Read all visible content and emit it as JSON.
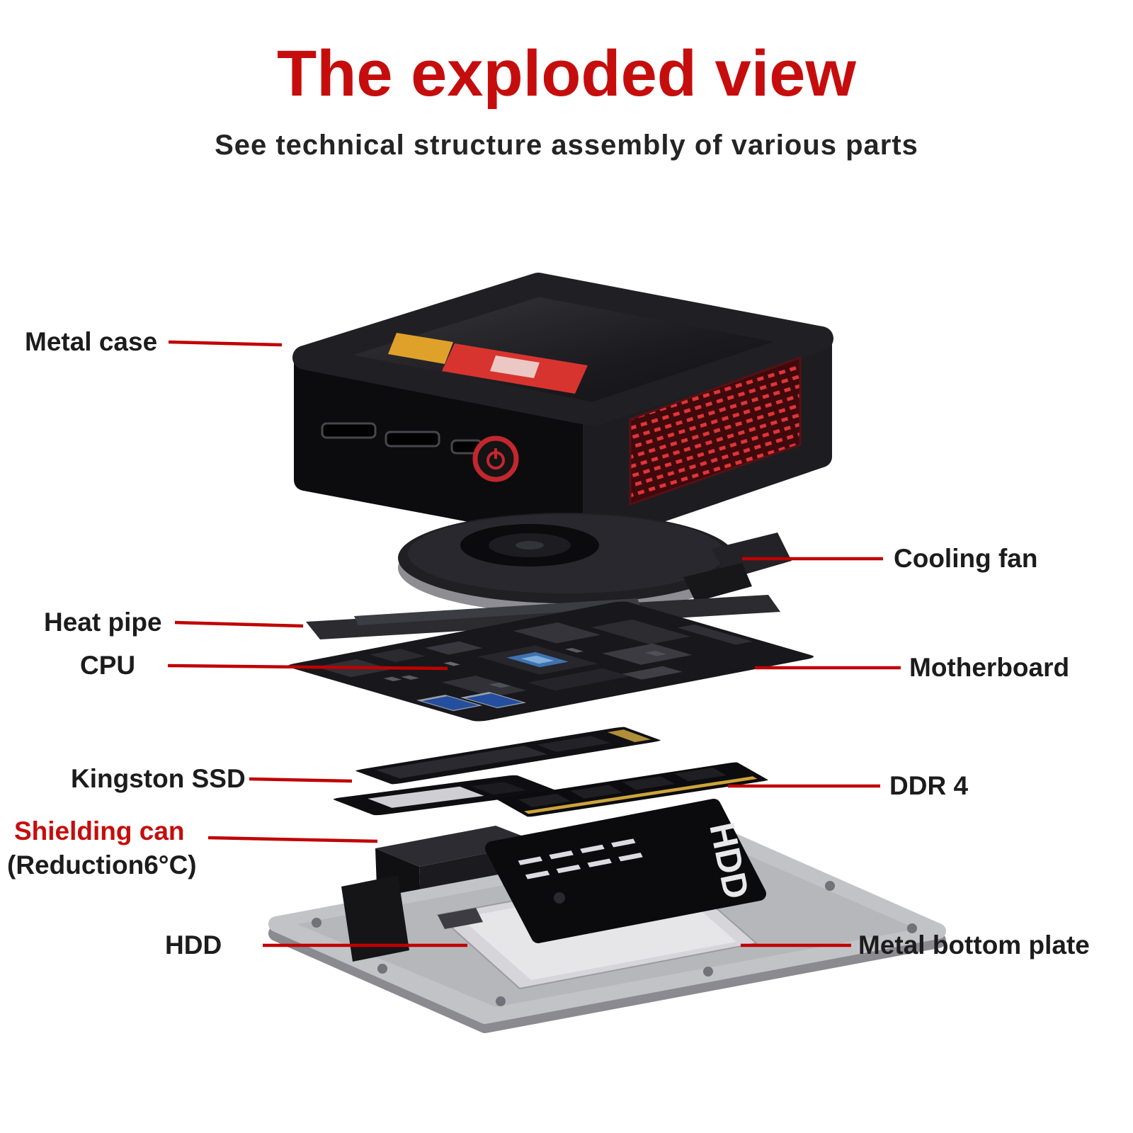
{
  "header": {
    "title": "The exploded view",
    "subtitle": "See technical structure assembly of various parts"
  },
  "labels": {
    "metal_case": "Metal case",
    "cooling_fan": "Cooling fan",
    "heat_pipe": "Heat pipe",
    "cpu": "CPU",
    "motherboard": "Motherboard",
    "kingston_ssd": "Kingston SSD",
    "ddr4": "DDR 4",
    "shielding_can": "Shielding can",
    "shielding_can_note": "(Reduction6°C)",
    "hdd": "HDD",
    "metal_bottom_plate": "Metal bottom plate"
  },
  "device": {
    "hdd_marking": "HDD"
  },
  "colors": {
    "title_red": "#c60d0d",
    "label_black": "#1c1c1c",
    "leader_line_red": "#c00000",
    "vent_red": "#e03438",
    "power_ring_red": "#c3272e",
    "ddr_gold": "#cda43c",
    "plate_silver": "#c2c3c7"
  }
}
